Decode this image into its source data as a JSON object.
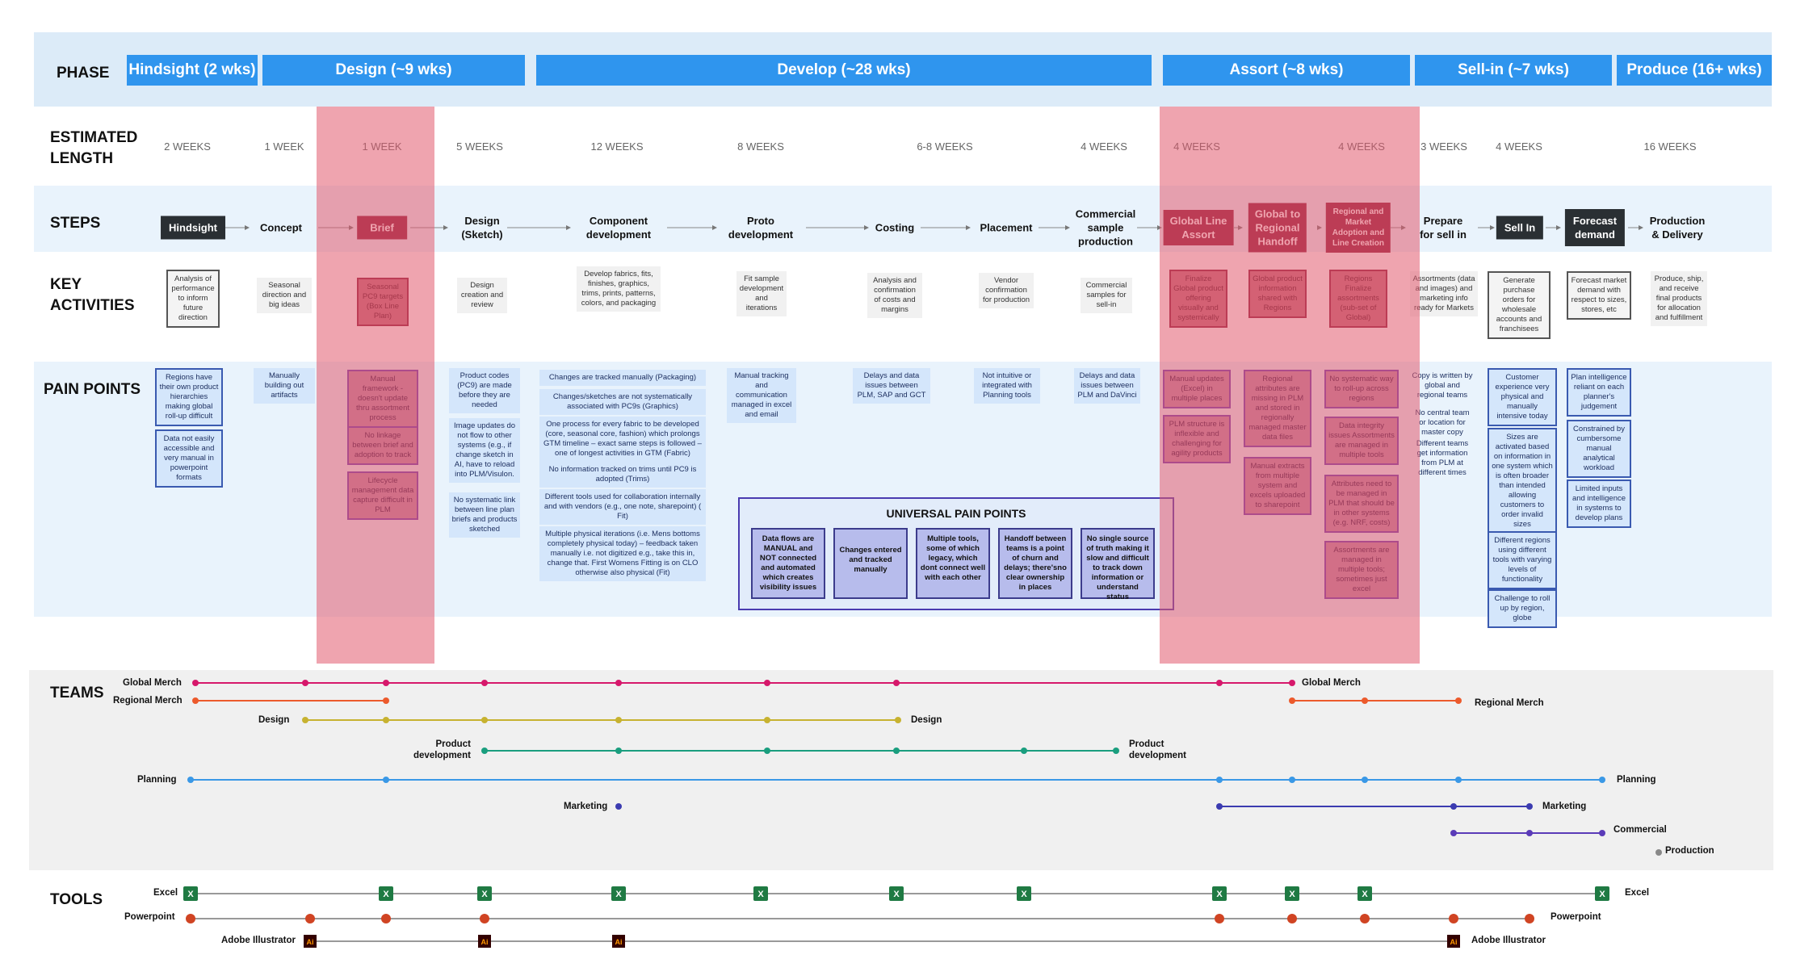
{
  "row_labels": {
    "phase": "PHASE",
    "estimated_length": "ESTIMATED\nLENGTH",
    "steps": "STEPS",
    "key_activities": "KEY\nACTIVITIES",
    "pain_points": "PAIN POINTS",
    "teams": "TEAMS",
    "tools": "TOOLS"
  },
  "phases": [
    {
      "label": "Hindsight (2 wks)"
    },
    {
      "label": "Design (~9 wks)"
    },
    {
      "label": "Develop  (~28 wks)"
    },
    {
      "label": "Assort (~8 wks)"
    },
    {
      "label": "Sell-in (~7 wks)"
    },
    {
      "label": "Produce  (16+ wks)"
    }
  ],
  "estimates": [
    "2 WEEKS",
    "1 WEEK",
    "1 WEEK",
    "5 WEEKS",
    "12 WEEKS",
    "8  WEEKS",
    "6-8 WEEKS",
    "4 WEEKS",
    "4 WEEKS",
    "4 WEEKS",
    "3 WEEKS",
    "4 WEEKS",
    "16 WEEKS"
  ],
  "steps": [
    {
      "label": "Hindsight",
      "style": "dark"
    },
    {
      "label": "Concept",
      "style": "plain"
    },
    {
      "label": "Brief",
      "style": "red"
    },
    {
      "label": "Design\n(Sketch)",
      "style": "plain"
    },
    {
      "label": "Component\ndevelopment",
      "style": "plain"
    },
    {
      "label": "Proto\ndevelopment",
      "style": "plain"
    },
    {
      "label": "Costing",
      "style": "plain"
    },
    {
      "label": "Placement",
      "style": "plain"
    },
    {
      "label": "Commercial\nsample\nproduction",
      "style": "plain"
    },
    {
      "label": "Global Line\nAssort",
      "style": "red"
    },
    {
      "label": "Global to\nRegional\nHandoff",
      "style": "red"
    },
    {
      "label": "Regional and\nMarket\nAdoption and\nLine Creation",
      "style": "red"
    },
    {
      "label": "Prepare\nfor sell in",
      "style": "plain"
    },
    {
      "label": "Sell In",
      "style": "dark"
    },
    {
      "label": "Forecast\ndemand",
      "style": "dark"
    },
    {
      "label": "Production\n&  Delivery",
      "style": "plain"
    }
  ],
  "key_activities": [
    "Analysis of performance to inform future direction",
    "Seasonal direction and big ideas",
    "Seasonal PC9 targets (Box Line Plan)",
    "Design creation and review",
    "Develop fabrics, fits, finishes, graphics, trims, prints, patterns, colors, and packaging",
    "Fit sample development and iterations",
    "Analysis and confirmation of costs and margins",
    "Vendor confirmation for production",
    "Commercial samples for sell-in",
    "Finalize Global product offering visually and systemically",
    "Global product information shared with Regions",
    "Regions Finalize assortments (sub-set of Global)",
    "Assortments (data and images) and marketing info ready for Markets",
    "Generate purchase orders for wholesale accounts and franchisees",
    "Forecast market demand with respect to sizes, stores, etc",
    "Produce, ship, and receive final products for allocation and fulfillment"
  ],
  "pain_points": [
    "Regions have their own product hierarchies making global roll-up difficult",
    "Data not easily accessible and very manual in powerpoint formats",
    "Manually building out artifacts",
    "Manual framework - doesn't update thru assortment process",
    "No linkage between brief and adoption to track",
    "Lifecycle management data capture difficult in PLM",
    "Product codes (PC9) are made before they are needed",
    "Image updates do not flow to other systems (e.g., if change sketch in AI, have to reload into PLM/Visulon.",
    "No systematic link between line plan briefs and products sketched",
    "Changes are tracked manually (Packaging)",
    "Changes/sketches are not systematically associated with PC9s (Graphics)",
    "One process for every fabric to be developed (core, seasonal core, fashion) which prolongs GTM timeline – exact same steps is followed – one of longest activities in GTM (Fabric)",
    "No information tracked on trims until PC9 is adopted (Trims)",
    "Different tools used for collaboration internally and with vendors (e.g., one note, sharepoint) ( Fit)",
    "Multiple physical iterations (i.e. Mens bottoms completely physical today) – feedback taken manually i.e. not digitized e.g., take this in, change that. First Womens Fitting is on CLO otherwise also physical (Fit)",
    "Manual tracking and communication managed in excel and email",
    "Delays and data issues between PLM, SAP and GCT",
    "Not intuitive or integrated with Planning tools",
    "Delays and data issues between PLM and DaVinci",
    "Manual updates (Excel) in multiple places",
    "PLM structure is inflexible and challenging for agility products",
    "Regional attributes are missing in PLM and stored in regionally managed master data files",
    "Manual extracts from multiple system and excels uploaded to sharepoint",
    "No systematic way to roll-up across regions",
    "Data integrity issues Assortments are managed in multiple tools",
    "Attributes need to be managed in PLM that should be in other systems (e.g. NRF, costs)",
    "Assortments are managed in multiple tools; sometimes just excel",
    "Copy is written by global and regional teams",
    "No central team or location for master copy",
    "Different teams get information from PLM at different times",
    "Customer experience very physical and manually intensive today",
    "Sizes are activated based on information in one system which is often broader than intended allowing customers to order invalid sizes",
    "Different regions using different tools with varying levels of functionality",
    "Challenge to roll up by region, globe",
    "Plan intelligence reliant on each planner's judgement",
    "Constrained by cumbersome manual analytical workload",
    "Limited inputs and intelligence in systems to develop plans"
  ],
  "universal": {
    "title": "UNIVERSAL PAIN POINTS",
    "cards": [
      "Data flows are MANUAL and NOT connected  and automated which creates visibility issues",
      "Changes entered and tracked manually",
      "Multiple tools, some of which legacy, which dont connect well with each other",
      "Handoff between teams is a point of churn and delays; there'sno clear ownership in places",
      "No single source of truth making it slow and difficult to track down information or understand status"
    ]
  },
  "teams": [
    {
      "name": "Global Merch",
      "end_label": "Global Merch",
      "color": "#d6186b"
    },
    {
      "name": "Regional Merch",
      "end_label": "Regional Merch",
      "color": "#ec5a2c"
    },
    {
      "name": "Design",
      "end_label": "Design",
      "color": "#c7b230"
    },
    {
      "name": "Product\ndevelopment",
      "end_label": "Product\ndevelopment",
      "color": "#1a9e7e"
    },
    {
      "name": "Planning",
      "end_label": "Planning",
      "color": "#3a98e6"
    },
    {
      "name": "Marketing",
      "end_label": "Marketing",
      "color": "#3b3bb0"
    },
    {
      "name": "Commercial",
      "end_label": "Commercial",
      "color": "#5a3bb8"
    },
    {
      "name": "Production",
      "end_label": "Production",
      "color": "#888888"
    }
  ],
  "tools": [
    {
      "name": "Excel",
      "end_label": "Excel",
      "color": "#1f7a43"
    },
    {
      "name": "Powerpoint",
      "end_label": "Powerpoint",
      "color": "#d04423"
    },
    {
      "name": "Adobe Illustrator",
      "end_label": "Adobe Illustrator",
      "color": "#330000"
    }
  ],
  "icon_glyphs": {
    "excel": "X",
    "illustrator": "Ai"
  }
}
